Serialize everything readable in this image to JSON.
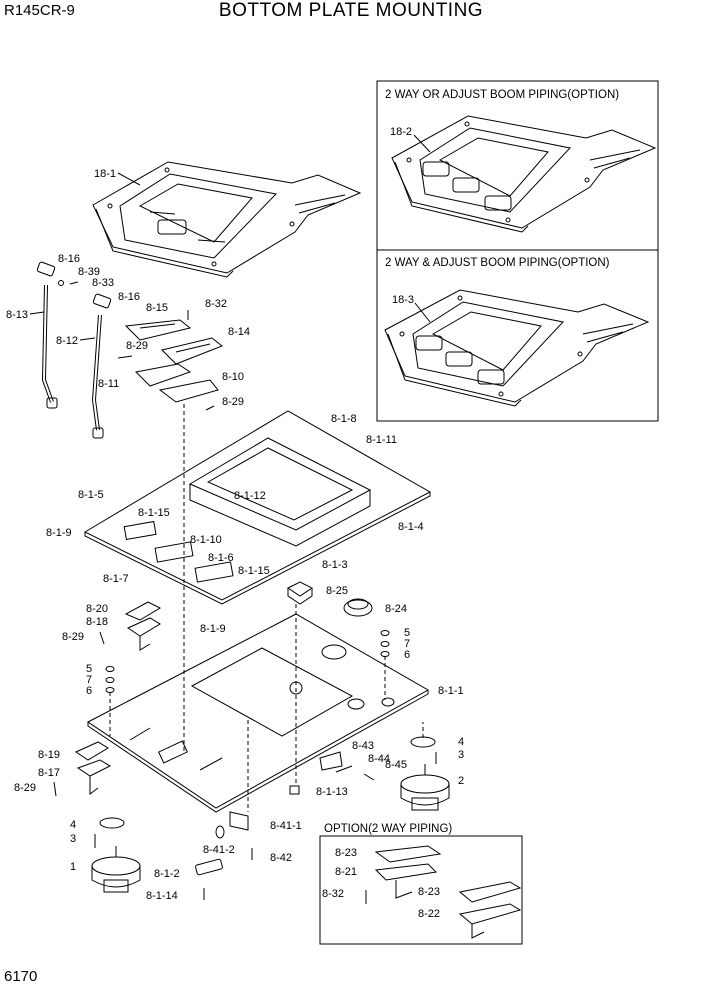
{
  "header": {
    "model": "R145CR-9",
    "title": "BOTTOM PLATE MOUNTING"
  },
  "footer": {
    "page_number": "6170"
  },
  "option_boxes": {
    "box1_title": "2 WAY OR ADJUST BOOM PIPING(OPTION)",
    "box2_title": "2 WAY & ADJUST BOOM PIPING(OPTION)",
    "box3_title": "OPTION(2 WAY PIPING)"
  },
  "callouts": {
    "p18_1": "18-1",
    "p18_2": "18-2",
    "p18_3": "18-3",
    "p8_16a": "8-16",
    "p8_39": "8-39",
    "p8_33": "8-33",
    "p8_13": "8-13",
    "p8_16b": "8-16",
    "p8_12": "8-12",
    "p8_15": "8-15",
    "p8_32a": "8-32",
    "p8_14": "8-14",
    "p8_29a": "8-29",
    "p8_11": "8-11",
    "p8_10": "8-10",
    "p8_29b": "8-29",
    "p8_1_8": "8-1-8",
    "p8_1_11": "8-1-11",
    "p8_1_5": "8-1-5",
    "p8_1_12": "8-1-12",
    "p8_1_15a": "8-1-15",
    "p8_1_9a": "8-1-9",
    "p8_1_4": "8-1-4",
    "p8_1_10": "8-1-10",
    "p8_1_6": "8-1-6",
    "p8_1_15b": "8-1-15",
    "p8_1_7": "8-1-7",
    "p8_1_3": "8-1-3",
    "p8_25": "8-25",
    "p8_24": "8-24",
    "p8_20": "8-20",
    "p8_18": "8-18",
    "p8_29c": "8-29",
    "p8_1_9b": "8-1-9",
    "p5a": "5",
    "p7a": "7",
    "p6a": "6",
    "p5b": "5",
    "p7b": "7",
    "p6b": "6",
    "p8_1_1": "8-1-1",
    "p8_43": "8-43",
    "p8_44": "8-44",
    "p8_45": "8-45",
    "p4a": "4",
    "p3a": "3",
    "p2": "2",
    "p8_19": "8-19",
    "p8_17": "8-17",
    "p8_29d": "8-29",
    "p8_1_13": "8-1-13",
    "p4b": "4",
    "p8_41_1": "8-41-1",
    "p3b": "3",
    "p8_41_2": "8-41-2",
    "p8_42": "8-42",
    "p1": "1",
    "p8_1_2": "8-1-2",
    "p8_1_14": "8-1-14",
    "p8_23a": "8-23",
    "p8_21": "8-21",
    "p8_32b": "8-32",
    "p8_23b": "8-23",
    "p8_22": "8-22"
  }
}
